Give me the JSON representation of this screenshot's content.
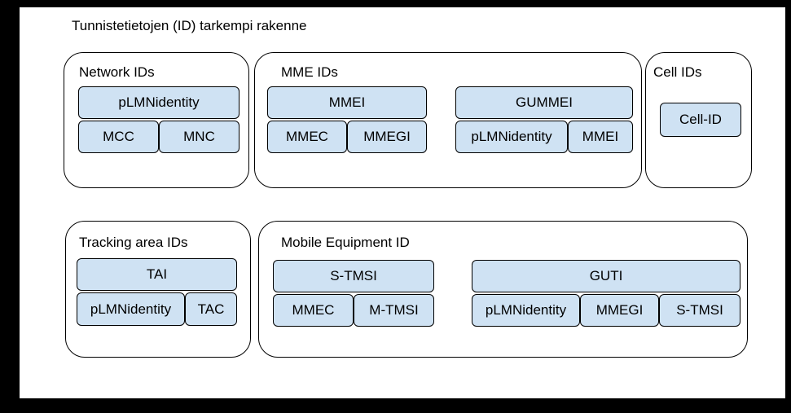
{
  "title": "Tunnistetietojen (ID) tarkempi rakenne",
  "groups": {
    "network": {
      "label": "Network IDs",
      "top": "pLMNidentity",
      "left": "MCC",
      "right": "MNC"
    },
    "mme": {
      "label": "MME IDs",
      "mmei": {
        "top": "MMEI",
        "left": "MMEC",
        "right": "MMEGI"
      },
      "gummei": {
        "top": "GUMMEI",
        "left": "pLMNidentity",
        "right": "MMEI"
      }
    },
    "cell": {
      "label": "Cell IDs",
      "box": "Cell-ID"
    },
    "tracking": {
      "label": "Tracking area IDs",
      "top": "TAI",
      "left": "pLMNidentity",
      "right": "TAC"
    },
    "mobile": {
      "label": "Mobile Equipment ID",
      "stmsi": {
        "top": "S-TMSI",
        "left": "MMEC",
        "right": "M-TMSI"
      },
      "guti": {
        "top": "GUTI",
        "left": "pLMNidentity",
        "middle": "MMEGI",
        "right": "S-TMSI"
      }
    }
  },
  "colors": {
    "box_fill": "#cfe2f3",
    "border": "#000000",
    "background": "#000000",
    "canvas": "#ffffff"
  }
}
